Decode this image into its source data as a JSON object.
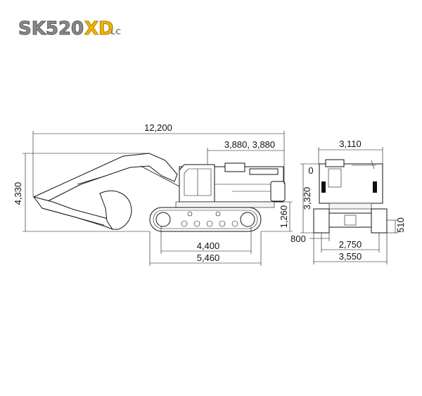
{
  "logo": {
    "model": "SK520",
    "suffix": "XD",
    "variant": "LC",
    "colors": {
      "model": "#7a7a7a",
      "suffix": "#f0b400",
      "variant": "#7a7a7a"
    }
  },
  "side_view": {
    "overall_length": "12,200",
    "tail_swing": "3,880, 3,880",
    "overall_height": "4,330",
    "ground_clearance": "1,260",
    "tumbler_distance": "4,400",
    "track_length": "5,460"
  },
  "front_view": {
    "overall_width": "3,110",
    "cab_height": "3,320",
    "zero_label": "0",
    "shoe_offset": "800",
    "track_gauge": "2,750",
    "undercarriage_width": "3,550",
    "shoe_width": "510"
  }
}
